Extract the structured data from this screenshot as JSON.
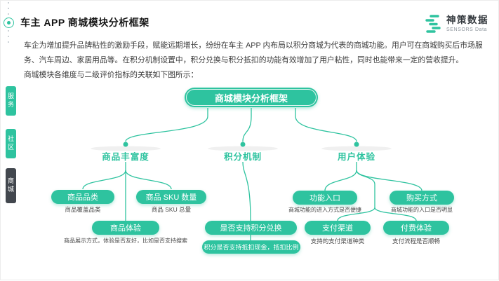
{
  "header": {
    "title": "车主 APP 商城模块分析框架",
    "logo_cn": "神策数据",
    "logo_en": "SENSORS Data"
  },
  "intro": {
    "p1": "车企为增加提升品牌粘性的激励手段，赋能远期增长，纷纷在车主 APP 内布局以积分商城为代表的商城功能。用户可在商城购买后市场服务、汽车周边、家居用品等。在积分机制设置中，积分兑换与积分抵扣的功能有效增加了用户粘性，同时也能带来一定的营收提升。",
    "p2": "商城模块各维度与二级评价指标的关联如下图所示："
  },
  "sidebar": {
    "tabs": [
      {
        "label": "服务",
        "active": false
      },
      {
        "label": "社区",
        "active": false
      },
      {
        "label": "商城",
        "active": true
      }
    ]
  },
  "diagram": {
    "root": "商城模块分析框架",
    "branches": [
      {
        "label": "商品丰富度",
        "nodes": [
          {
            "title": "商品品类",
            "caption": "商品覆盖品类"
          },
          {
            "title": "商品 SKU 数量",
            "caption": "商品 SKU 总量"
          },
          {
            "title": "商品体验",
            "caption": "商品展示方式，体验是否友好，比如是否支持搜索"
          }
        ]
      },
      {
        "label": "积分机制",
        "nodes": [
          {
            "title": "是否支持积分兑换",
            "caption": ""
          },
          {
            "title": "积分是否支持抵扣现金，抵扣比例",
            "caption": ""
          }
        ]
      },
      {
        "label": "用户体验",
        "nodes": [
          {
            "title": "功能入口",
            "caption": "商城功能的进入方式是否便捷"
          },
          {
            "title": "购买方式",
            "caption": "商城功能的入口是否明显"
          },
          {
            "title": "支付渠道",
            "caption": "支持的支付渠道种类"
          },
          {
            "title": "付费体验",
            "caption": "支付流程是否顺畅"
          }
        ]
      }
    ]
  },
  "colors": {
    "accent": "#2ec39f",
    "dark_tab": "#42474e"
  }
}
